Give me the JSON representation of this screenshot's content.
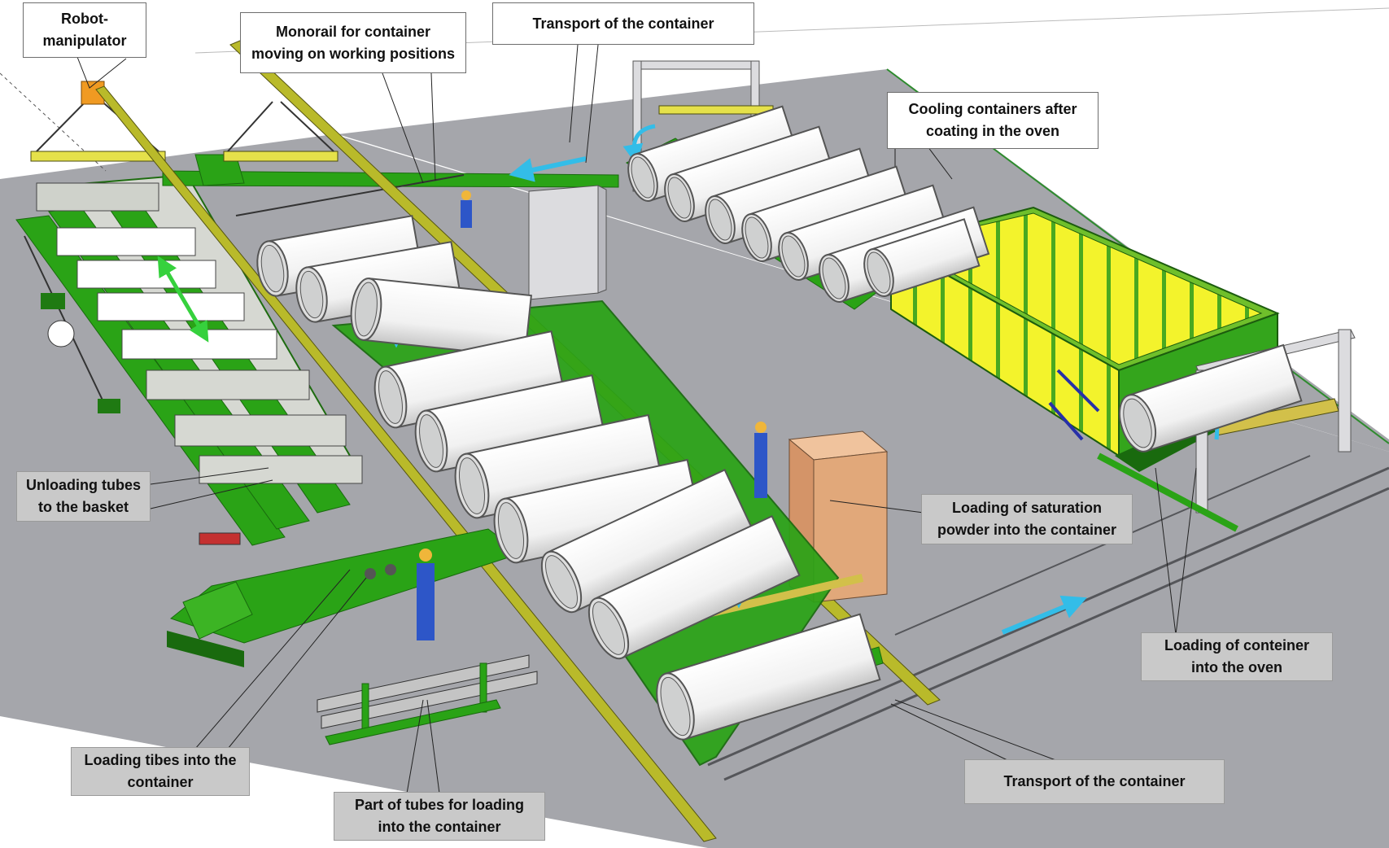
{
  "callouts": {
    "robot": "Robot-\nmanipulator",
    "monorail": "Monorail for container\nmoving on working positions",
    "transport_top": "Transport of the container",
    "cooling": "Cooling containers after\ncoating in the oven",
    "unloading": "Unloading tubes\nto the basket",
    "saturation": "Loading of saturation\npowder into the container",
    "oven_loading": "Loading of conteiner\ninto the oven",
    "tube_loading": "Loading tibes into the\ncontainer",
    "part_tubes": "Part of tubes for loading\ninto the container",
    "transport_bottom": "Transport of the container"
  },
  "colors": {
    "floor": "#a5a6ab",
    "frame_green": "#2aa316",
    "frame_dark": "#196a0e",
    "monorail": "#b9ba2a",
    "oven_yellow": "#f3f32c",
    "oven_green": "#34a51c",
    "cabinet": "#dcdcdf",
    "powder_box": "#e1a87a",
    "arrow_blue": "#33bde8",
    "arrow_orange": "#f09420",
    "arrow_green": "#36d13d",
    "arrow_red": "#e02020",
    "worker_blue": "#2d56c8"
  },
  "icons": {
    "robot": "robot-gripper-icon",
    "worker": "worker-icon"
  }
}
